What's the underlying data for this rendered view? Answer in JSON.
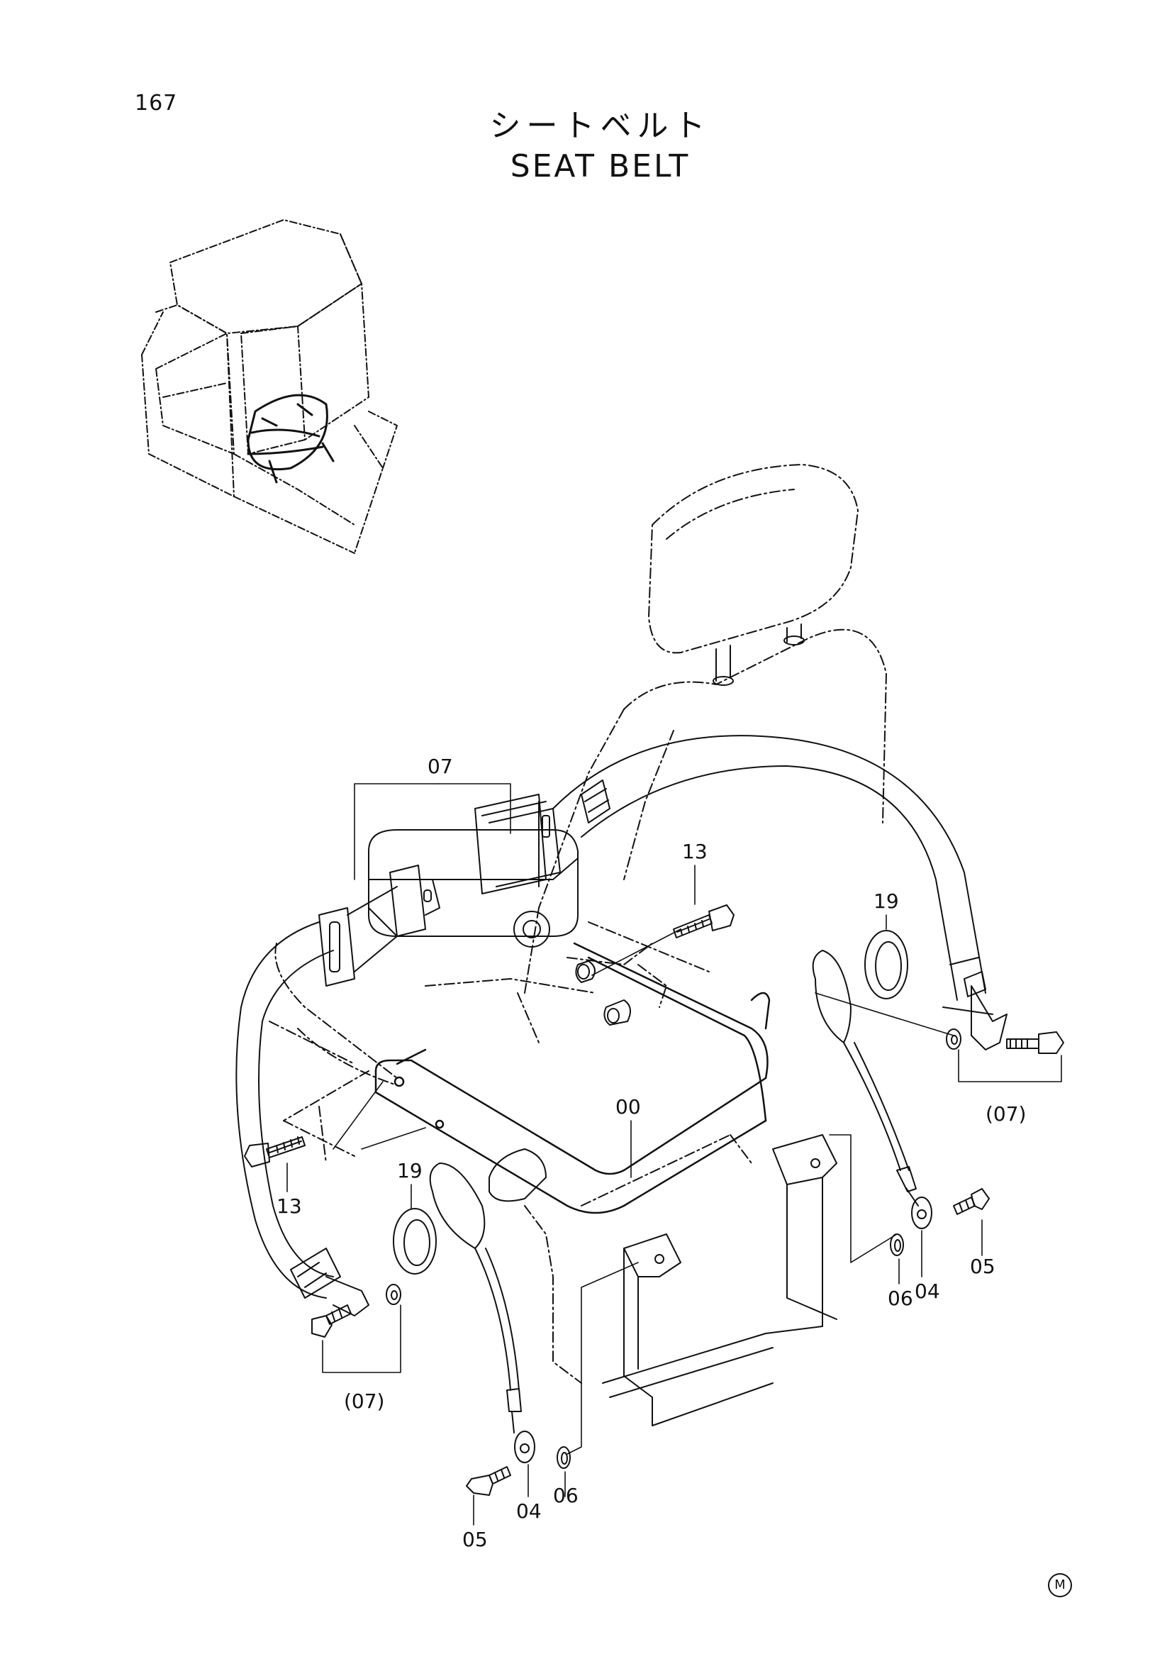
{
  "page": {
    "number": "167",
    "title_jp": "シートベルト",
    "title_en": "SEAT BELT",
    "mark": "M"
  },
  "callouts": {
    "c07_top": "07",
    "c13_upper": "13",
    "c19_right": "19",
    "c07_right": "(07)",
    "c00": "00",
    "c13_left": "13",
    "c19_left": "19",
    "c05_right": "05",
    "c06_right": "06",
    "c04_right": "04",
    "c07_left": "(07)",
    "c05_bottom": "05",
    "c04_bottom": "04",
    "c06_bottom": "06"
  },
  "colors": {
    "ink": "#111111",
    "paper": "#ffffff"
  }
}
